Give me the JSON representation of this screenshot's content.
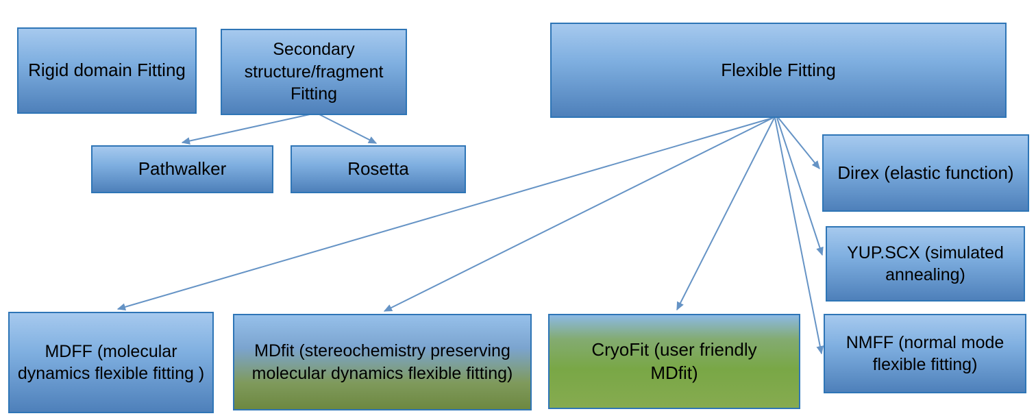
{
  "diagram": {
    "boxes": {
      "rigid_domain": {
        "label": "Rigid domain Fitting"
      },
      "secondary_structure": {
        "label": "Secondary structure/fragment Fitting"
      },
      "flexible_fitting": {
        "label": "Flexible Fitting"
      },
      "pathwalker": {
        "label": "Pathwalker"
      },
      "rosetta": {
        "label": "Rosetta"
      },
      "mdff": {
        "label": "MDFF (molecular dynamics flexible fitting )"
      },
      "mdfit": {
        "label": "MDfit (stereochemistry preserving molecular dynamics flexible fitting)"
      },
      "cryofit": {
        "label": "CryoFit (user friendly MDfit)"
      },
      "direx": {
        "label": "Direx (elastic function)"
      },
      "yup_scx": {
        "label": "YUP.SCX (simulated annealing)"
      },
      "nmff": {
        "label": "NMFF (normal mode flexible fitting)"
      }
    },
    "edges": [
      {
        "from": "secondary_structure",
        "to": "pathwalker"
      },
      {
        "from": "secondary_structure",
        "to": "rosetta"
      },
      {
        "from": "flexible_fitting",
        "to": "mdff"
      },
      {
        "from": "flexible_fitting",
        "to": "mdfit"
      },
      {
        "from": "flexible_fitting",
        "to": "cryofit"
      },
      {
        "from": "flexible_fitting",
        "to": "direx"
      },
      {
        "from": "flexible_fitting",
        "to": "yup_scx"
      },
      {
        "from": "flexible_fitting",
        "to": "nmff"
      }
    ],
    "colors": {
      "blue_fill_top": "#9dc6ec",
      "blue_fill_bottom": "#4b7ebb",
      "green_fill": "#79a746",
      "box_border": "#2e75b6",
      "arrow": "#6593c5",
      "text": "#000000"
    }
  }
}
